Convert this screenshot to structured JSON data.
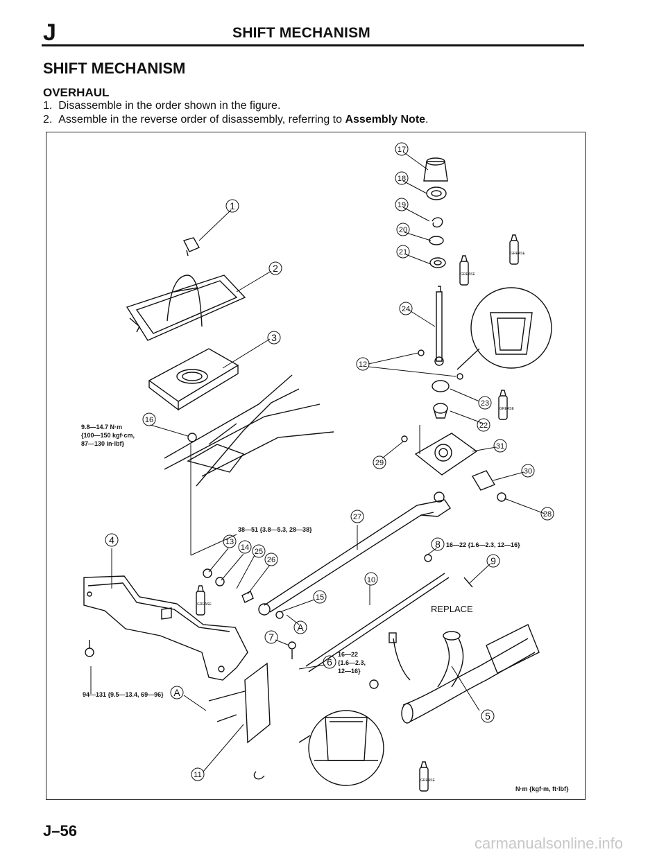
{
  "header": {
    "section_letter": "J",
    "title": "SHIFT MECHANISM"
  },
  "section_title": "SHIFT MECHANISM",
  "subsection": "OVERHAUL",
  "steps": [
    {
      "num": "1.",
      "text": "Disassemble in the order shown in the figure."
    },
    {
      "num": "2.",
      "text": "Assemble in the reverse order of disassembly, referring to ",
      "emphasis": "Assembly Note",
      "end": "."
    }
  ],
  "figure": {
    "callouts": [
      "1",
      "2",
      "3",
      "4",
      "5",
      "6",
      "7",
      "8",
      "9",
      "10",
      "11",
      "12",
      "13",
      "14",
      "15",
      "16",
      "17",
      "18",
      "19",
      "20",
      "21",
      "22",
      "23",
      "24",
      "25",
      "26",
      "27",
      "28",
      "29",
      "30",
      "31"
    ],
    "ref_marker": "A",
    "torques": {
      "t16_line1": "9.8—14.7 N·m",
      "t16_line2": "{100—150 kgf·cm,",
      "t16_line3": "87—130 in·lbf}",
      "t13": "38—51 {3.8—5.3, 28—38}",
      "t8": "16—22 {1.6—2.3, 12—16}",
      "t6_line1": "16—22",
      "t6_line2": "{1.6—2.3,",
      "t6_line3": "12—16}",
      "t4": "94—131 {9.5—13.4, 69—96}"
    },
    "replace_label": "REPLACE",
    "grease_label": "GREASE",
    "units_label": "N·m {kgf·m, ft·lbf}"
  },
  "footer": {
    "page_number": "J–56",
    "watermark": "carmanualsonline.info"
  }
}
